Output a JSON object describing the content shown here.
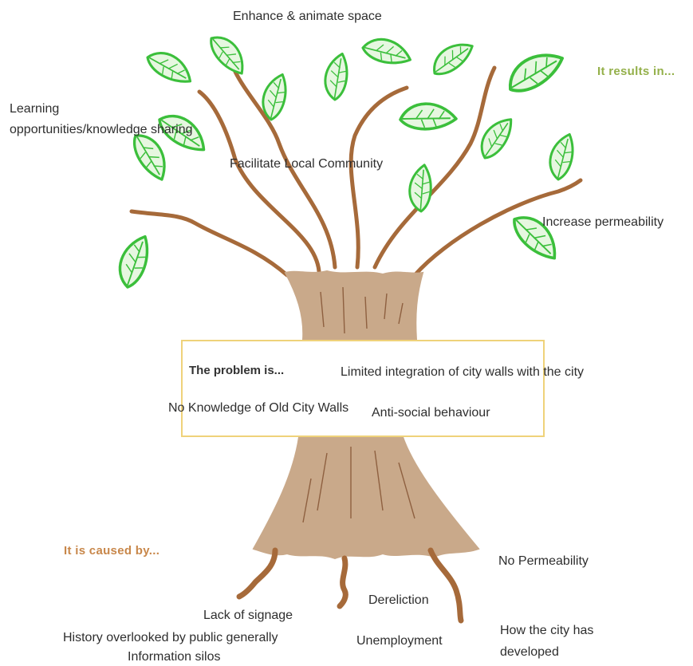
{
  "results_heading": "It results in...",
  "caused_heading": "It is caused by...",
  "problem_heading": "The problem is...",
  "results": {
    "enhance": "Enhance & animate space",
    "learning": "Learning opportunities/knowledge sharing",
    "facilitate": "Facilitate Local Community",
    "permeability": "Increase permeability"
  },
  "problems": {
    "integration": "Limited integration of city walls with the city",
    "knowledge": "No Knowledge of Old City Walls",
    "antisocial": "Anti-social behaviour"
  },
  "causes": {
    "no_permeability": "No Permeability",
    "dereliction": "Dereliction",
    "signage": "Lack of signage",
    "history": "History overlooked by public generally",
    "silos": "Information silos",
    "unemployment": "Unemployment",
    "development": "How the city has developed"
  },
  "colors": {
    "leaf_fill": "#e6f7e0",
    "leaf_stroke": "#3bbf3b",
    "branch": "#a66a3a",
    "trunk": "#c9a98a",
    "results_heading": "#94b04a",
    "caused_heading": "#c8874a",
    "box_border": "#efd27a"
  }
}
